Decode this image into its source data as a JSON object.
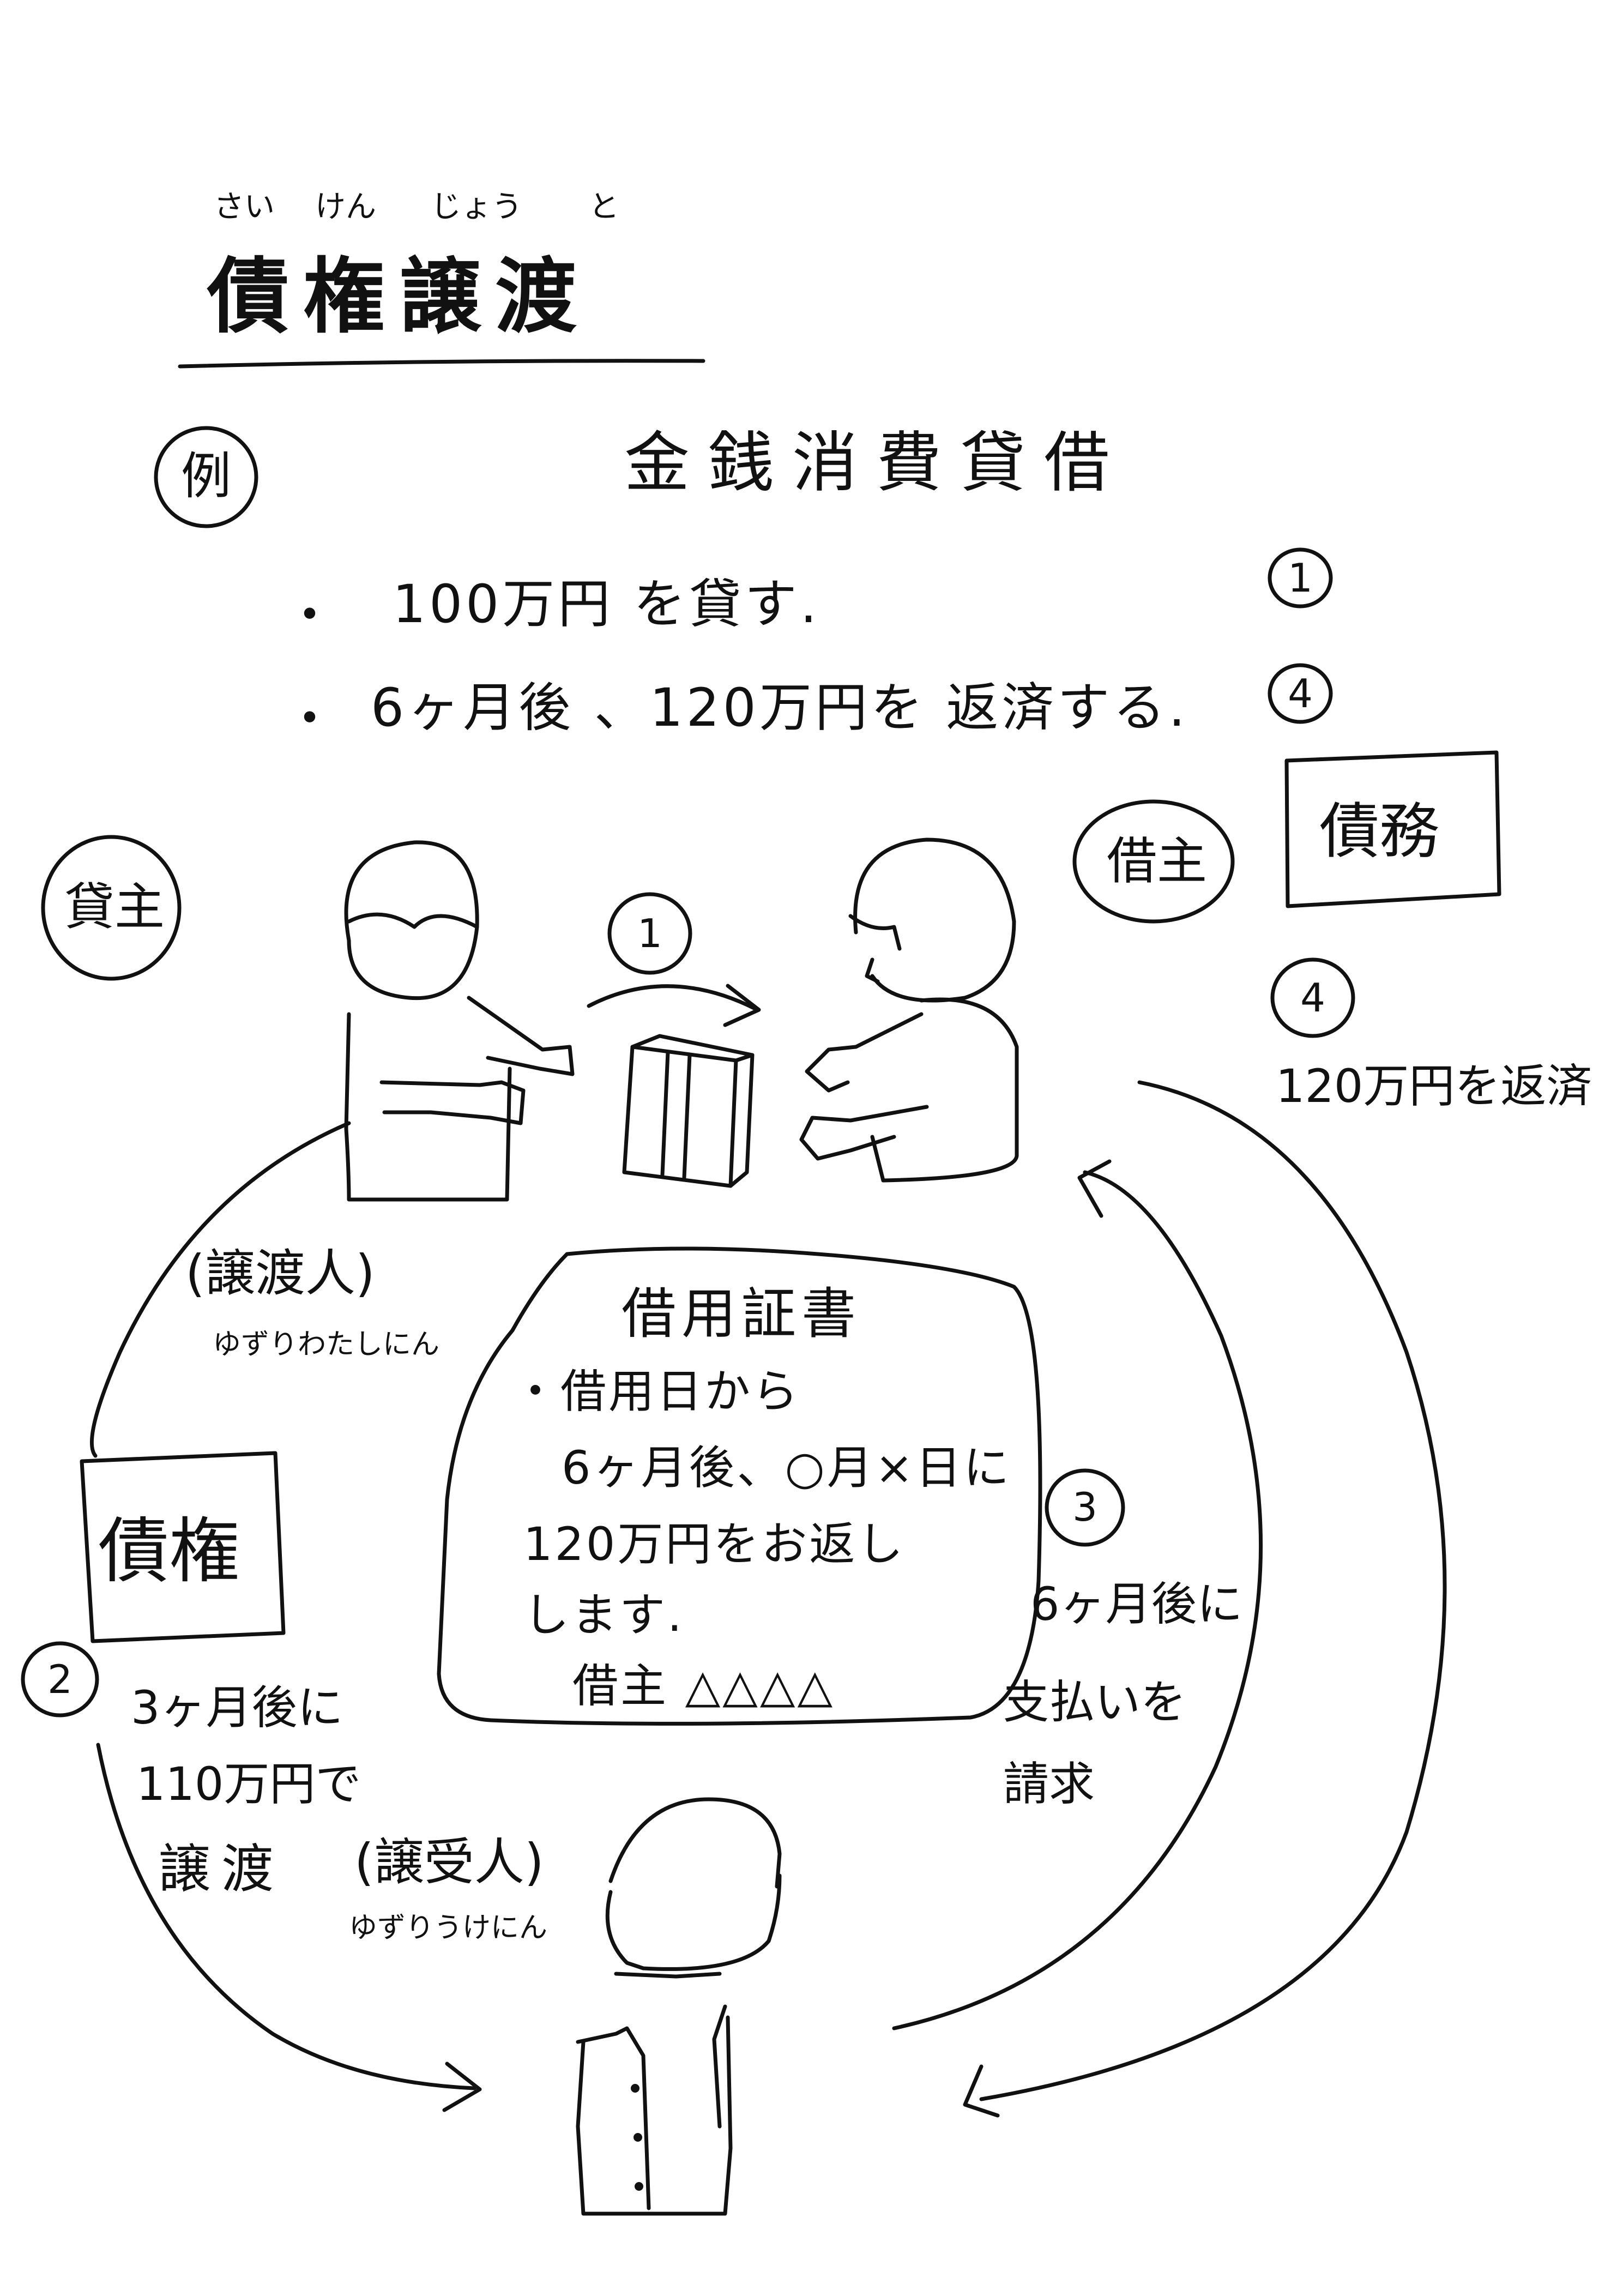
{
  "title": {
    "furigana": [
      "さい",
      "けん",
      "じょう",
      "と"
    ],
    "text": "債権譲渡"
  },
  "example": {
    "marker": "例",
    "heading": "金銭消費貸借",
    "bullets": [
      {
        "bullet": "・",
        "text": "100万円 を貸す.",
        "num": "1"
      },
      {
        "bullet": "・",
        "text": "6ヶ月後 、120万円を 返済する.",
        "num": "4"
      }
    ]
  },
  "parties": {
    "lender": "貸主",
    "borrower": "借主",
    "debt": "債務",
    "assignor": "(譲渡人)",
    "assignor_reading": "ゆずりわたしにん",
    "assignee": "(譲受人)",
    "assignee_reading": "ゆずりうけにん",
    "credit": "債権"
  },
  "steps": {
    "s1": "1",
    "s2": "2",
    "s2_text": [
      "3ヶ月後に",
      "110万円で",
      "譲渡"
    ],
    "s3": "3",
    "s3_text": [
      "6ヶ月後に",
      "支払いを",
      "請求"
    ],
    "s4": "4",
    "s4_text": "120万円を返済"
  },
  "certificate": {
    "title": "借用証書",
    "lines": [
      "・借用日から",
      "6ヶ月後、○月×日に",
      "120万円をお返し",
      "します."
    ],
    "signature": "借主 △△△△"
  }
}
